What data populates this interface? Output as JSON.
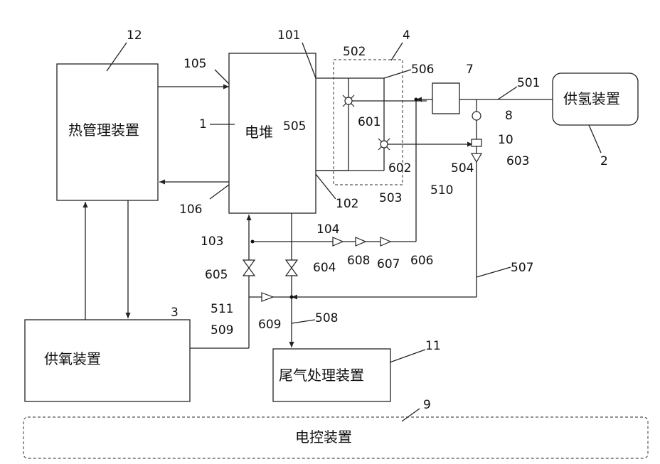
{
  "boxes": {
    "stack": "电堆",
    "hydrogen": "供氢装置",
    "oxygen": "供氧装置",
    "thermal": "热管理装置",
    "exhaust": "尾气处理装置",
    "control": "电控装置"
  },
  "labels": {
    "n1": "1",
    "n2": "2",
    "n3": "3",
    "n4": "4",
    "n7": "7",
    "n8": "8",
    "n9": "9",
    "n10": "10",
    "n11": "11",
    "n12": "12",
    "n101": "101",
    "n102": "102",
    "n103": "103",
    "n104": "104",
    "n105": "105",
    "n106": "106",
    "n501": "501",
    "n502": "502",
    "n503": "503",
    "n504": "504",
    "n505": "505",
    "n506": "506",
    "n507": "507",
    "n508": "508",
    "n509": "509",
    "n510": "510",
    "n511": "511",
    "n601": "601",
    "n602": "602",
    "n603": "603",
    "n604": "604",
    "n605": "605",
    "n606": "606",
    "n607": "607",
    "n608": "608",
    "n609": "609"
  }
}
